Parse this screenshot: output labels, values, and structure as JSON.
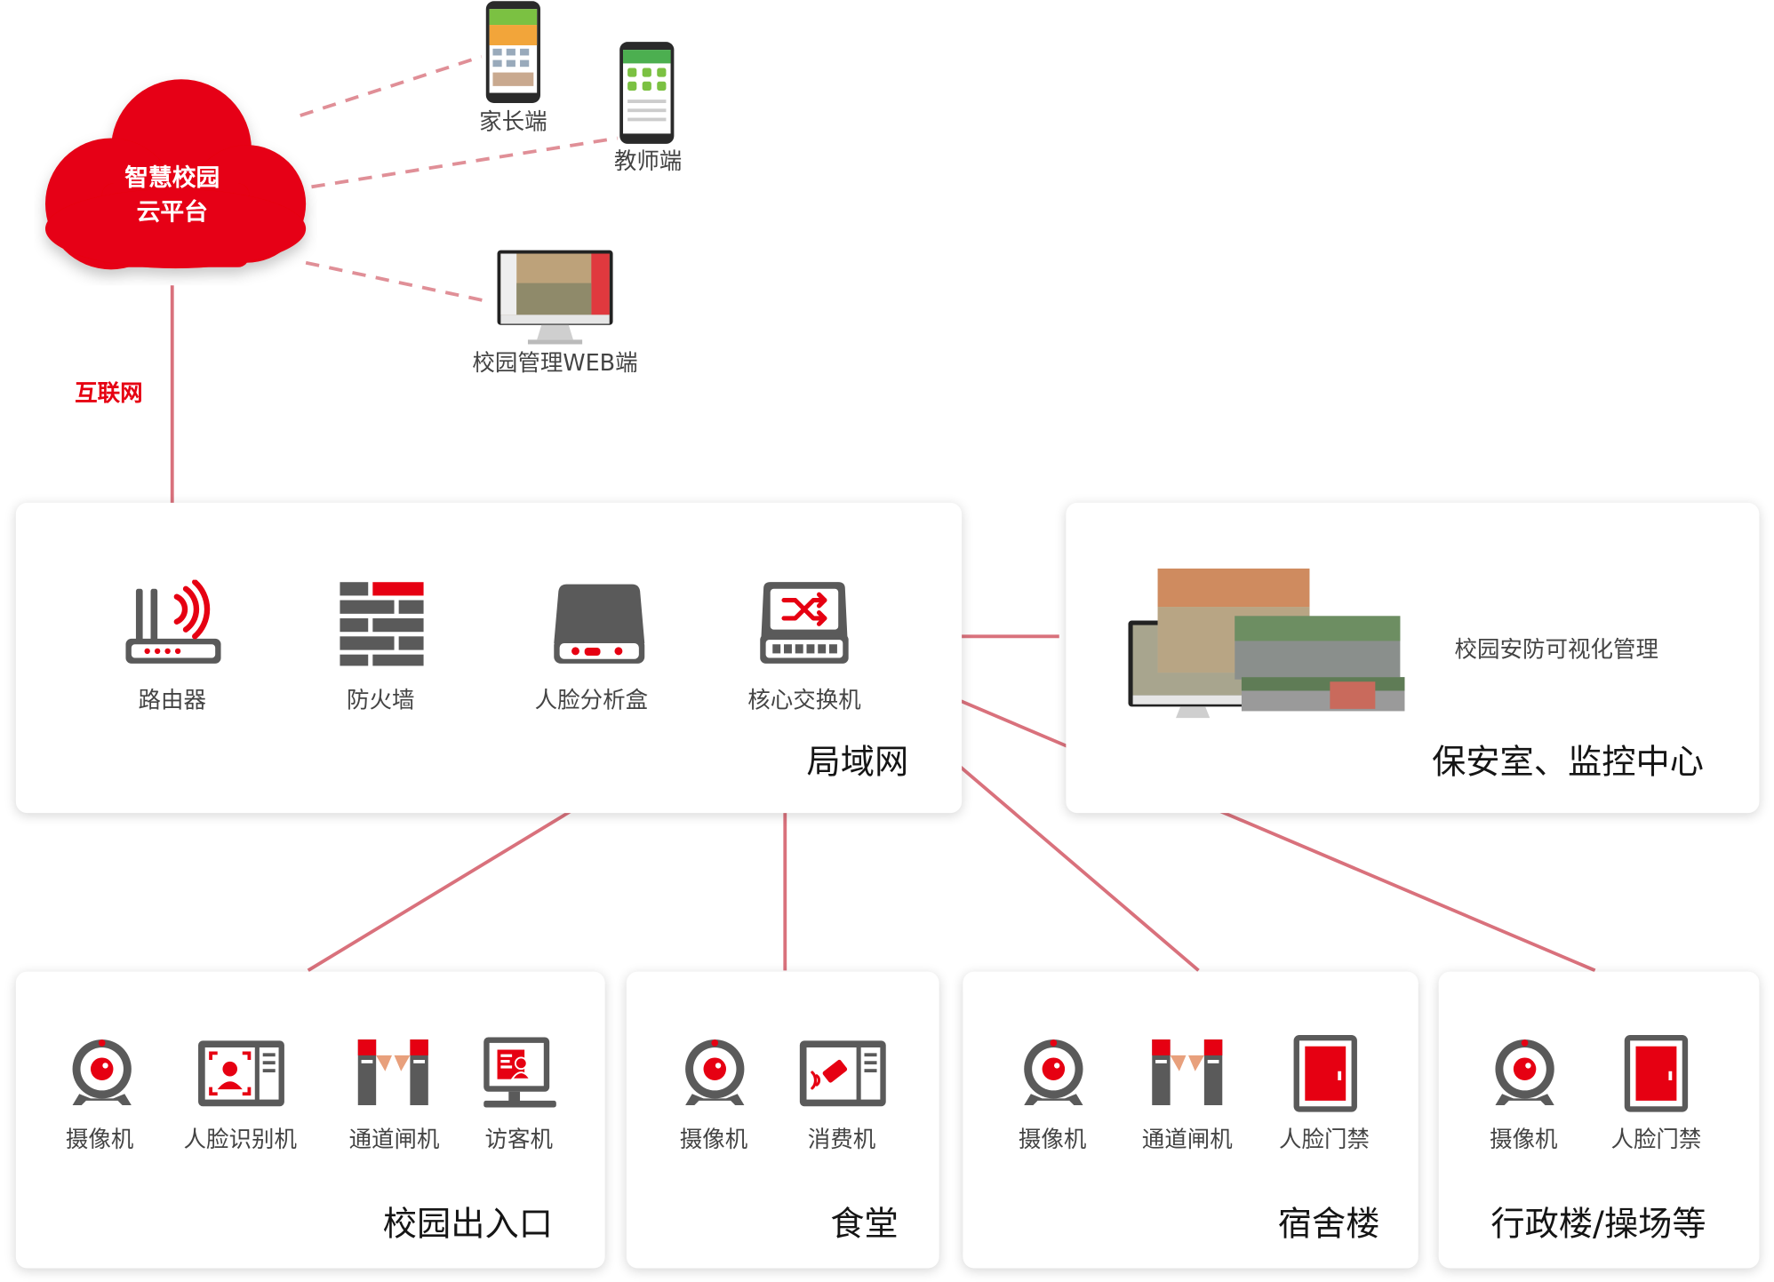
{
  "cloud": {
    "line1": "智慧校园",
    "line2": "云平台"
  },
  "clients": {
    "parent": "家长端",
    "teacher": "教师端",
    "web": "校园管理WEB端"
  },
  "internet_label": "互联网",
  "lan": {
    "title": "局域网",
    "devices": {
      "router": "路由器",
      "firewall": "防火墙",
      "face_box": "人脸分析盒",
      "core_switch": "核心交换机"
    }
  },
  "security": {
    "title": "保安室、监控中心",
    "caption": "校园安防可视化管理"
  },
  "zones": {
    "entrance": {
      "title": "校园出入口",
      "items": [
        "摄像机",
        "人脸识别机",
        "通道闸机",
        "访客机"
      ]
    },
    "canteen": {
      "title": "食堂",
      "items": [
        "摄像机",
        "消费机"
      ]
    },
    "dorm": {
      "title": "宿舍楼",
      "items": [
        "摄像机",
        "通道闸机",
        "人脸门禁"
      ]
    },
    "admin": {
      "title": "行政楼/操场等",
      "items": [
        "摄像机",
        "人脸门禁"
      ]
    }
  },
  "colors": {
    "accent": "#e60012",
    "line": "#d9717c",
    "icon_gray": "#5a5a5a"
  }
}
